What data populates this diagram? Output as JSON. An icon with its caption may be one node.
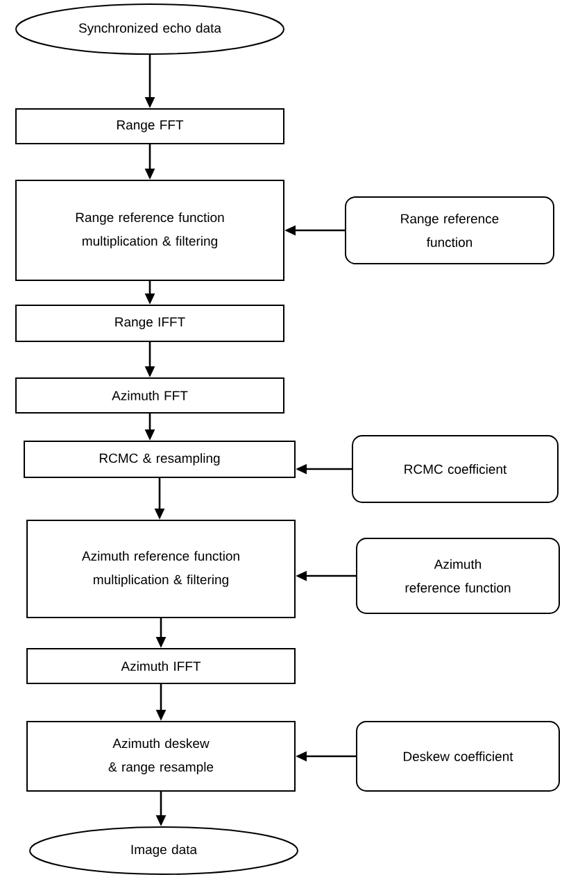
{
  "diagram": {
    "nodes": [
      {
        "text": [
          "Synchronized echo data"
        ]
      },
      {
        "text": [
          "Range FFT"
        ]
      },
      {
        "text": [
          "Range reference function multiplication & filtering"
        ]
      },
      {
        "text": [
          "Range reference function"
        ]
      },
      {
        "text": [
          "Range IFFT"
        ]
      },
      {
        "text": [
          "Azimuth FFT"
        ]
      },
      {
        "text": [
          "RCMC & resampling"
        ]
      },
      {
        "text": [
          "RCMC coefficient"
        ]
      },
      {
        "text": [
          "Azimuth reference function multiplication & filtering"
        ]
      },
      {
        "text": [
          "Azimuth reference function"
        ]
      },
      {
        "text": [
          "Azimuth IFFT"
        ]
      },
      {
        "text": [
          "Azimuth deskew & range resample"
        ]
      },
      {
        "text": [
          "Deskew coefficient"
        ]
      },
      {
        "text": [
          "Image data"
        ]
      }
    ],
    "edges": [
      {
        "from": 0,
        "to": 1,
        "arrow": "to"
      },
      {
        "from": 1,
        "to": 2,
        "arrow": "to"
      },
      {
        "from": 3,
        "to": 2,
        "arrow": "to"
      },
      {
        "from": 2,
        "to": 4,
        "arrow": "to"
      },
      {
        "from": 4,
        "to": 5,
        "arrow": "to"
      },
      {
        "from": 5,
        "to": 6,
        "arrow": "to"
      },
      {
        "from": 7,
        "to": 6,
        "arrow": "to"
      },
      {
        "from": 6,
        "to": 8,
        "arrow": "to"
      },
      {
        "from": 9,
        "to": 8,
        "arrow": "to"
      },
      {
        "from": 8,
        "to": 10,
        "arrow": "to"
      },
      {
        "from": 10,
        "to": 11,
        "arrow": "to"
      },
      {
        "from": 12,
        "to": 11,
        "arrow": "to"
      },
      {
        "from": 11,
        "to": 13,
        "arrow": "to"
      }
    ]
  }
}
